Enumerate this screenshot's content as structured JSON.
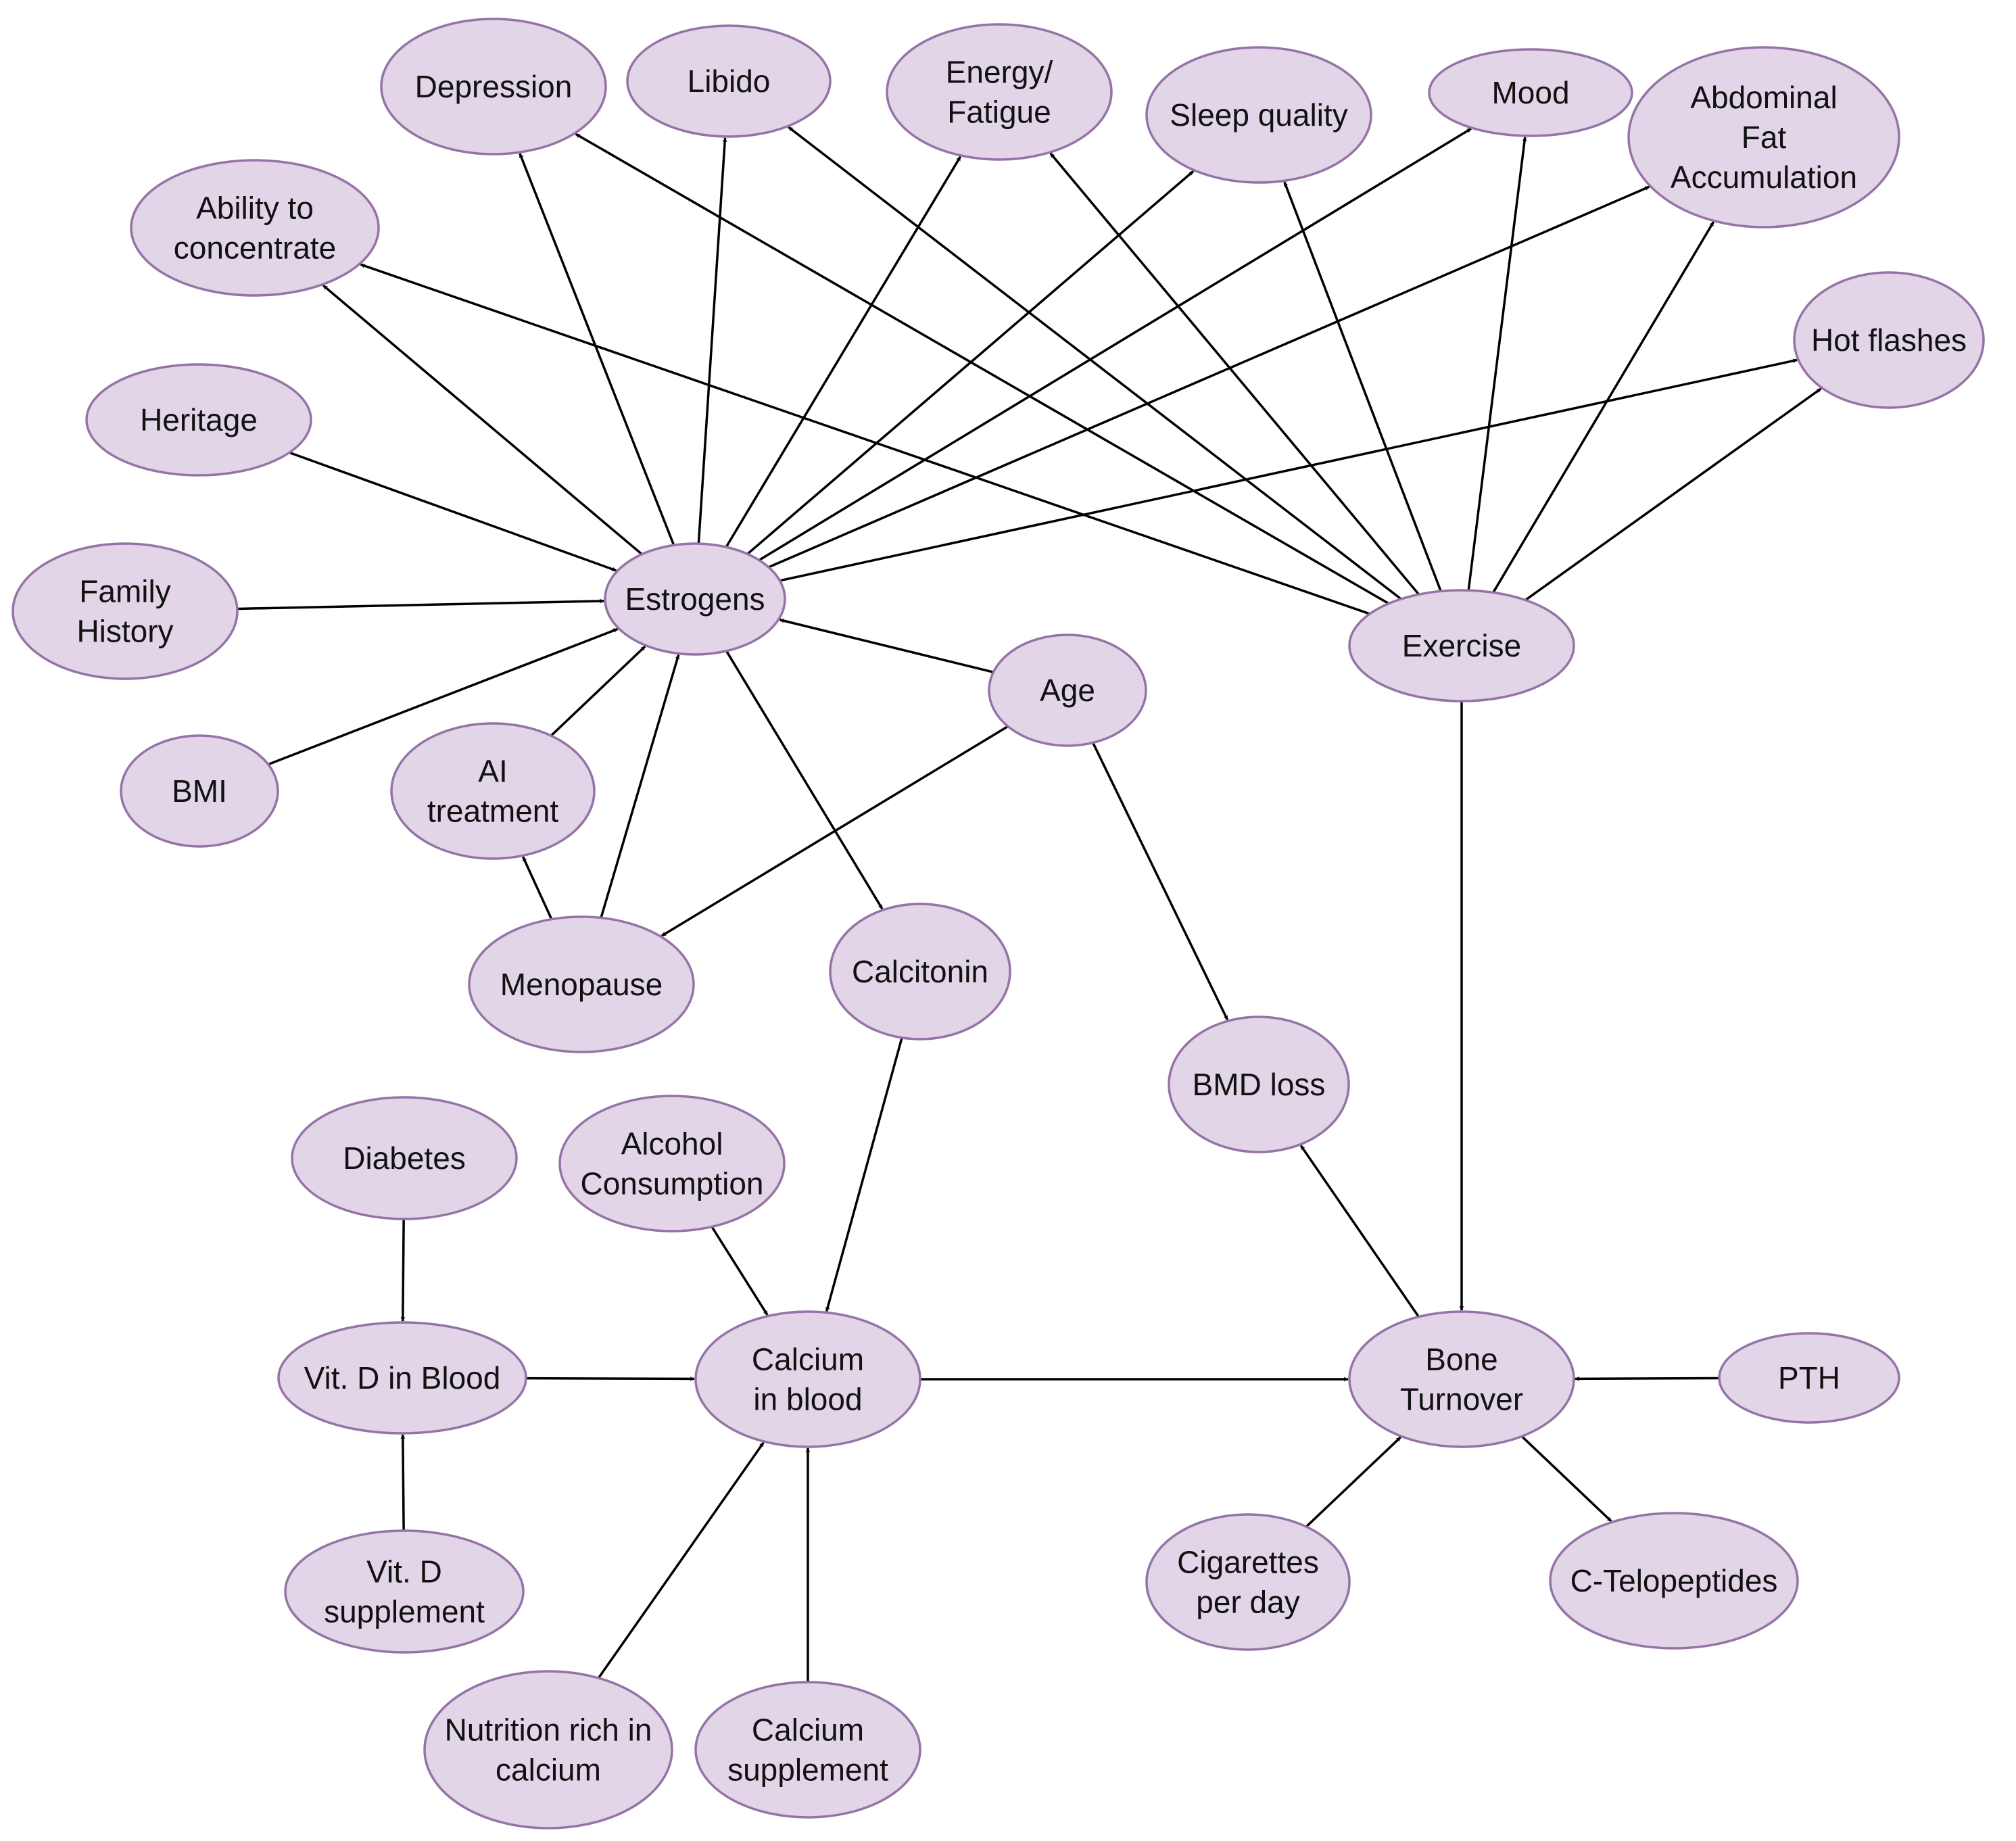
{
  "colors": {
    "node_fill": "#e1d5e7",
    "node_stroke": "#9673a6",
    "edge": "#000000",
    "text": "#111111",
    "background": "#ffffff"
  },
  "nodes": [
    {
      "id": "depression",
      "lines": [
        "Depression"
      ]
    },
    {
      "id": "libido",
      "lines": [
        "Libido"
      ]
    },
    {
      "id": "energy",
      "lines": [
        "Energy/",
        "Fatigue"
      ]
    },
    {
      "id": "sleep",
      "lines": [
        "Sleep quality"
      ]
    },
    {
      "id": "mood",
      "lines": [
        "Mood"
      ]
    },
    {
      "id": "abdominal",
      "lines": [
        "Abdominal",
        "Fat",
        "Accumulation"
      ]
    },
    {
      "id": "concentrate",
      "lines": [
        "Ability to",
        "concentrate"
      ]
    },
    {
      "id": "hotflashes",
      "lines": [
        "Hot flashes"
      ]
    },
    {
      "id": "heritage",
      "lines": [
        "Heritage"
      ]
    },
    {
      "id": "family",
      "lines": [
        "Family",
        "History"
      ]
    },
    {
      "id": "estrogens",
      "lines": [
        "Estrogens"
      ]
    },
    {
      "id": "exercise",
      "lines": [
        "Exercise"
      ]
    },
    {
      "id": "age",
      "lines": [
        "Age"
      ]
    },
    {
      "id": "bmi",
      "lines": [
        "BMI"
      ]
    },
    {
      "id": "ai",
      "lines": [
        "AI",
        "treatment"
      ]
    },
    {
      "id": "menopause",
      "lines": [
        "Menopause"
      ]
    },
    {
      "id": "calcitonin",
      "lines": [
        "Calcitonin"
      ]
    },
    {
      "id": "bmdloss",
      "lines": [
        "BMD loss"
      ]
    },
    {
      "id": "diabetes",
      "lines": [
        "Diabetes"
      ]
    },
    {
      "id": "alcohol",
      "lines": [
        "Alcohol",
        "Consumption"
      ]
    },
    {
      "id": "vitdblood",
      "lines": [
        "Vit. D in Blood"
      ]
    },
    {
      "id": "calciumblood",
      "lines": [
        "Calcium",
        "in blood"
      ]
    },
    {
      "id": "boneturnover",
      "lines": [
        "Bone",
        "Turnover"
      ]
    },
    {
      "id": "pth",
      "lines": [
        "PTH"
      ]
    },
    {
      "id": "vitdsupp",
      "lines": [
        "Vit. D",
        "supplement"
      ]
    },
    {
      "id": "cigarettes",
      "lines": [
        "Cigarettes",
        "per day"
      ]
    },
    {
      "id": "ctelo",
      "lines": [
        "C-Telopeptides"
      ]
    },
    {
      "id": "nutrition",
      "lines": [
        "Nutrition rich in",
        "calcium"
      ]
    },
    {
      "id": "calciumsupp",
      "lines": [
        "Calcium",
        "supplement"
      ]
    }
  ],
  "edges": [
    {
      "from": "heritage",
      "to": "estrogens"
    },
    {
      "from": "family",
      "to": "estrogens"
    },
    {
      "from": "bmi",
      "to": "estrogens"
    },
    {
      "from": "ai",
      "to": "estrogens"
    },
    {
      "from": "menopause",
      "to": "estrogens"
    },
    {
      "from": "menopause",
      "to": "ai"
    },
    {
      "from": "age",
      "to": "estrogens"
    },
    {
      "from": "age",
      "to": "menopause"
    },
    {
      "from": "age",
      "to": "bmdloss"
    },
    {
      "from": "estrogens",
      "to": "concentrate"
    },
    {
      "from": "estrogens",
      "to": "depression"
    },
    {
      "from": "estrogens",
      "to": "libido"
    },
    {
      "from": "estrogens",
      "to": "energy"
    },
    {
      "from": "estrogens",
      "to": "sleep"
    },
    {
      "from": "estrogens",
      "to": "mood"
    },
    {
      "from": "estrogens",
      "to": "abdominal"
    },
    {
      "from": "estrogens",
      "to": "hotflashes"
    },
    {
      "from": "estrogens",
      "to": "calcitonin"
    },
    {
      "from": "exercise",
      "to": "concentrate"
    },
    {
      "from": "exercise",
      "to": "depression"
    },
    {
      "from": "exercise",
      "to": "libido"
    },
    {
      "from": "exercise",
      "to": "energy"
    },
    {
      "from": "exercise",
      "to": "sleep"
    },
    {
      "from": "exercise",
      "to": "mood"
    },
    {
      "from": "exercise",
      "to": "abdominal"
    },
    {
      "from": "exercise",
      "to": "hotflashes"
    },
    {
      "from": "exercise",
      "to": "boneturnover"
    },
    {
      "from": "calcitonin",
      "to": "calciumblood"
    },
    {
      "from": "diabetes",
      "to": "vitdblood"
    },
    {
      "from": "vitdsupp",
      "to": "vitdblood"
    },
    {
      "from": "vitdblood",
      "to": "calciumblood"
    },
    {
      "from": "alcohol",
      "to": "calciumblood"
    },
    {
      "from": "nutrition",
      "to": "calciumblood"
    },
    {
      "from": "calciumsupp",
      "to": "calciumblood"
    },
    {
      "from": "calciumblood",
      "to": "boneturnover"
    },
    {
      "from": "pth",
      "to": "boneturnover"
    },
    {
      "from": "cigarettes",
      "to": "boneturnover"
    },
    {
      "from": "boneturnover",
      "to": "bmdloss"
    },
    {
      "from": "boneturnover",
      "to": "ctelo"
    }
  ]
}
